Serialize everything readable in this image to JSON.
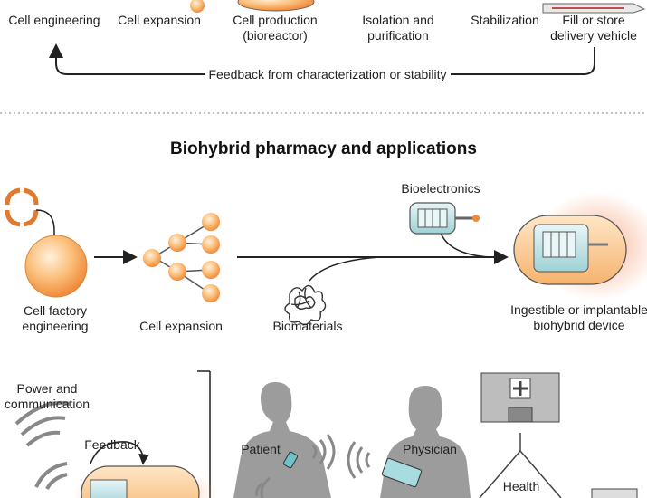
{
  "top_steps": [
    {
      "label": "Cell engineering"
    },
    {
      "label": "Cell expansion"
    },
    {
      "label": "Cell production\n(bioreactor)"
    },
    {
      "label": "Isolation and\npurification"
    },
    {
      "label": "Stabilization"
    },
    {
      "label": "Fill or store\ndelivery vehicle"
    }
  ],
  "feedback_loop_label": "Feedback from characterization or stability",
  "section_title": "Biohybrid pharmacy and applications",
  "pipeline": {
    "cell_factory": "Cell factory\nengineering",
    "cell_expansion": "Cell expansion",
    "biomaterials": "Biomaterials",
    "bioelectronics": "Bioelectronics",
    "device": "Ingestible or implantable\nbiohybrid device"
  },
  "bottom": {
    "power": "Power and\ncommunication",
    "feedback": "Feedback",
    "patient": "Patient",
    "physician": "Physician",
    "health": "Health"
  },
  "colors": {
    "cell_orange": "#f5a65b",
    "cell_light": "#ffd9a8",
    "device_teal": "#cfe9ec",
    "figure_gray": "#9a9a9a",
    "line": "#222222"
  }
}
